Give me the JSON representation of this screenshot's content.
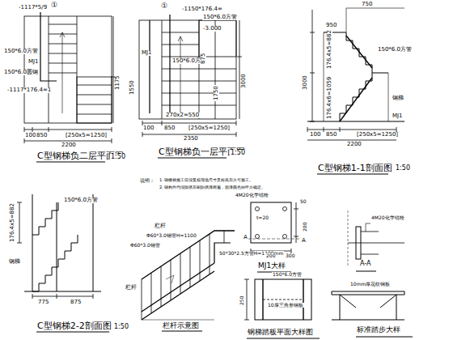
{
  "diagram": {
    "labels": [
      "-1117*5/9",
      "①",
      "150*6.0方管",
      "MJ1",
      "150*6.0圆钢",
      "-1117*176.4=1",
      "1175",
      "100",
      "850",
      "[250x5=1250]",
      "2200",
      "C型钢梯负二层平面图",
      "1:50",
      "①",
      "-1150*176.4=",
      "150*6.0方管",
      "-3.000",
      "MJ1",
      "150*6.0方管",
      "1550",
      "1750",
      "3000",
      "875",
      "270x2=550",
      "100",
      "850",
      "[250x5=1250]",
      "2350",
      "C型钢梯负一层平面图",
      "1:50",
      "750",
      "950",
      "150*6.0方管",
      "3000",
      "176.4x5=882",
      "176.4x6=1059",
      "钢梯",
      "MJ1",
      "100",
      "850",
      "[250x5=1250]",
      "2200",
      "C型钢梯1-1剖面图",
      "1:50",
      "说明：",
      "1. 钢楼梯施工前须复核现场尺寸及标高后方可施工。",
      "2. 钢构件均须除锈后刷防锈漆两遍，面漆颜色由甲方确定。",
      "176.4x5=882",
      "150*6.0方管",
      "钢梯",
      "775",
      "875",
      "C型钢梯2-2剖面图",
      "1:50",
      "栏杆",
      "Φ60*3.0钢管H=1100",
      "Φ60*3.0钢管",
      "50*30*2.5方管H=1100mm",
      "栏杆",
      "栏杆示意图",
      "4M20化学锚栓",
      "t=20",
      "50",
      "200",
      "200",
      "300",
      "A",
      "A",
      "MJ1大样",
      "4M20化学锚栓",
      "A-A",
      "150*6.0方管",
      "10厚三角形钢板",
      "250",
      "钢梯踏板平面大样图",
      "10mm厚花纹钢板",
      "标准踏步大样"
    ]
  }
}
